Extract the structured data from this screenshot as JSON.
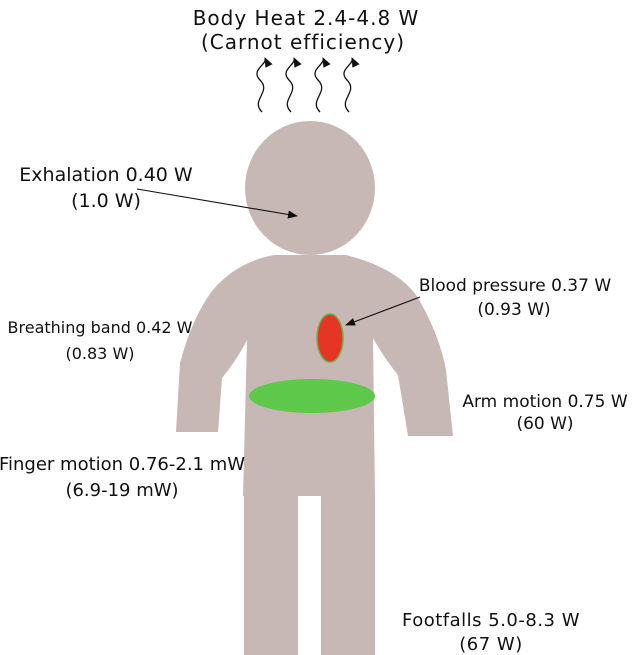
{
  "colors": {
    "body": "#c8b8b5",
    "heart": "#e53525",
    "heart_outline": "#6ab04c",
    "band": "#5dc84a",
    "text": "#111111"
  },
  "icons": [
    "heat-wave-icon",
    "arrow-icon"
  ],
  "labels": {
    "body_heat": {
      "line1": "Body Heat 2.4-4.8 W",
      "line2": "(Carnot efficiency)"
    },
    "exhalation": {
      "line1": "Exhalation 0.40 W",
      "line2": "(1.0 W)"
    },
    "blood_pressure": {
      "line1": "Blood pressure 0.37 W",
      "line2": "(0.93 W)"
    },
    "breathing_band": {
      "line1": "Breathing band 0.42 W",
      "line2": "(0.83 W)"
    },
    "arm_motion": {
      "line1": "Arm motion 0.75 W",
      "line2": "(60 W)"
    },
    "finger_motion": {
      "line1": "Finger motion 0.76-2.1 mW",
      "line2": "(6.9-19 mW)"
    },
    "footfalls": {
      "line1": "Footfalls 5.0-8.3 W",
      "line2": "(67 W)"
    }
  }
}
